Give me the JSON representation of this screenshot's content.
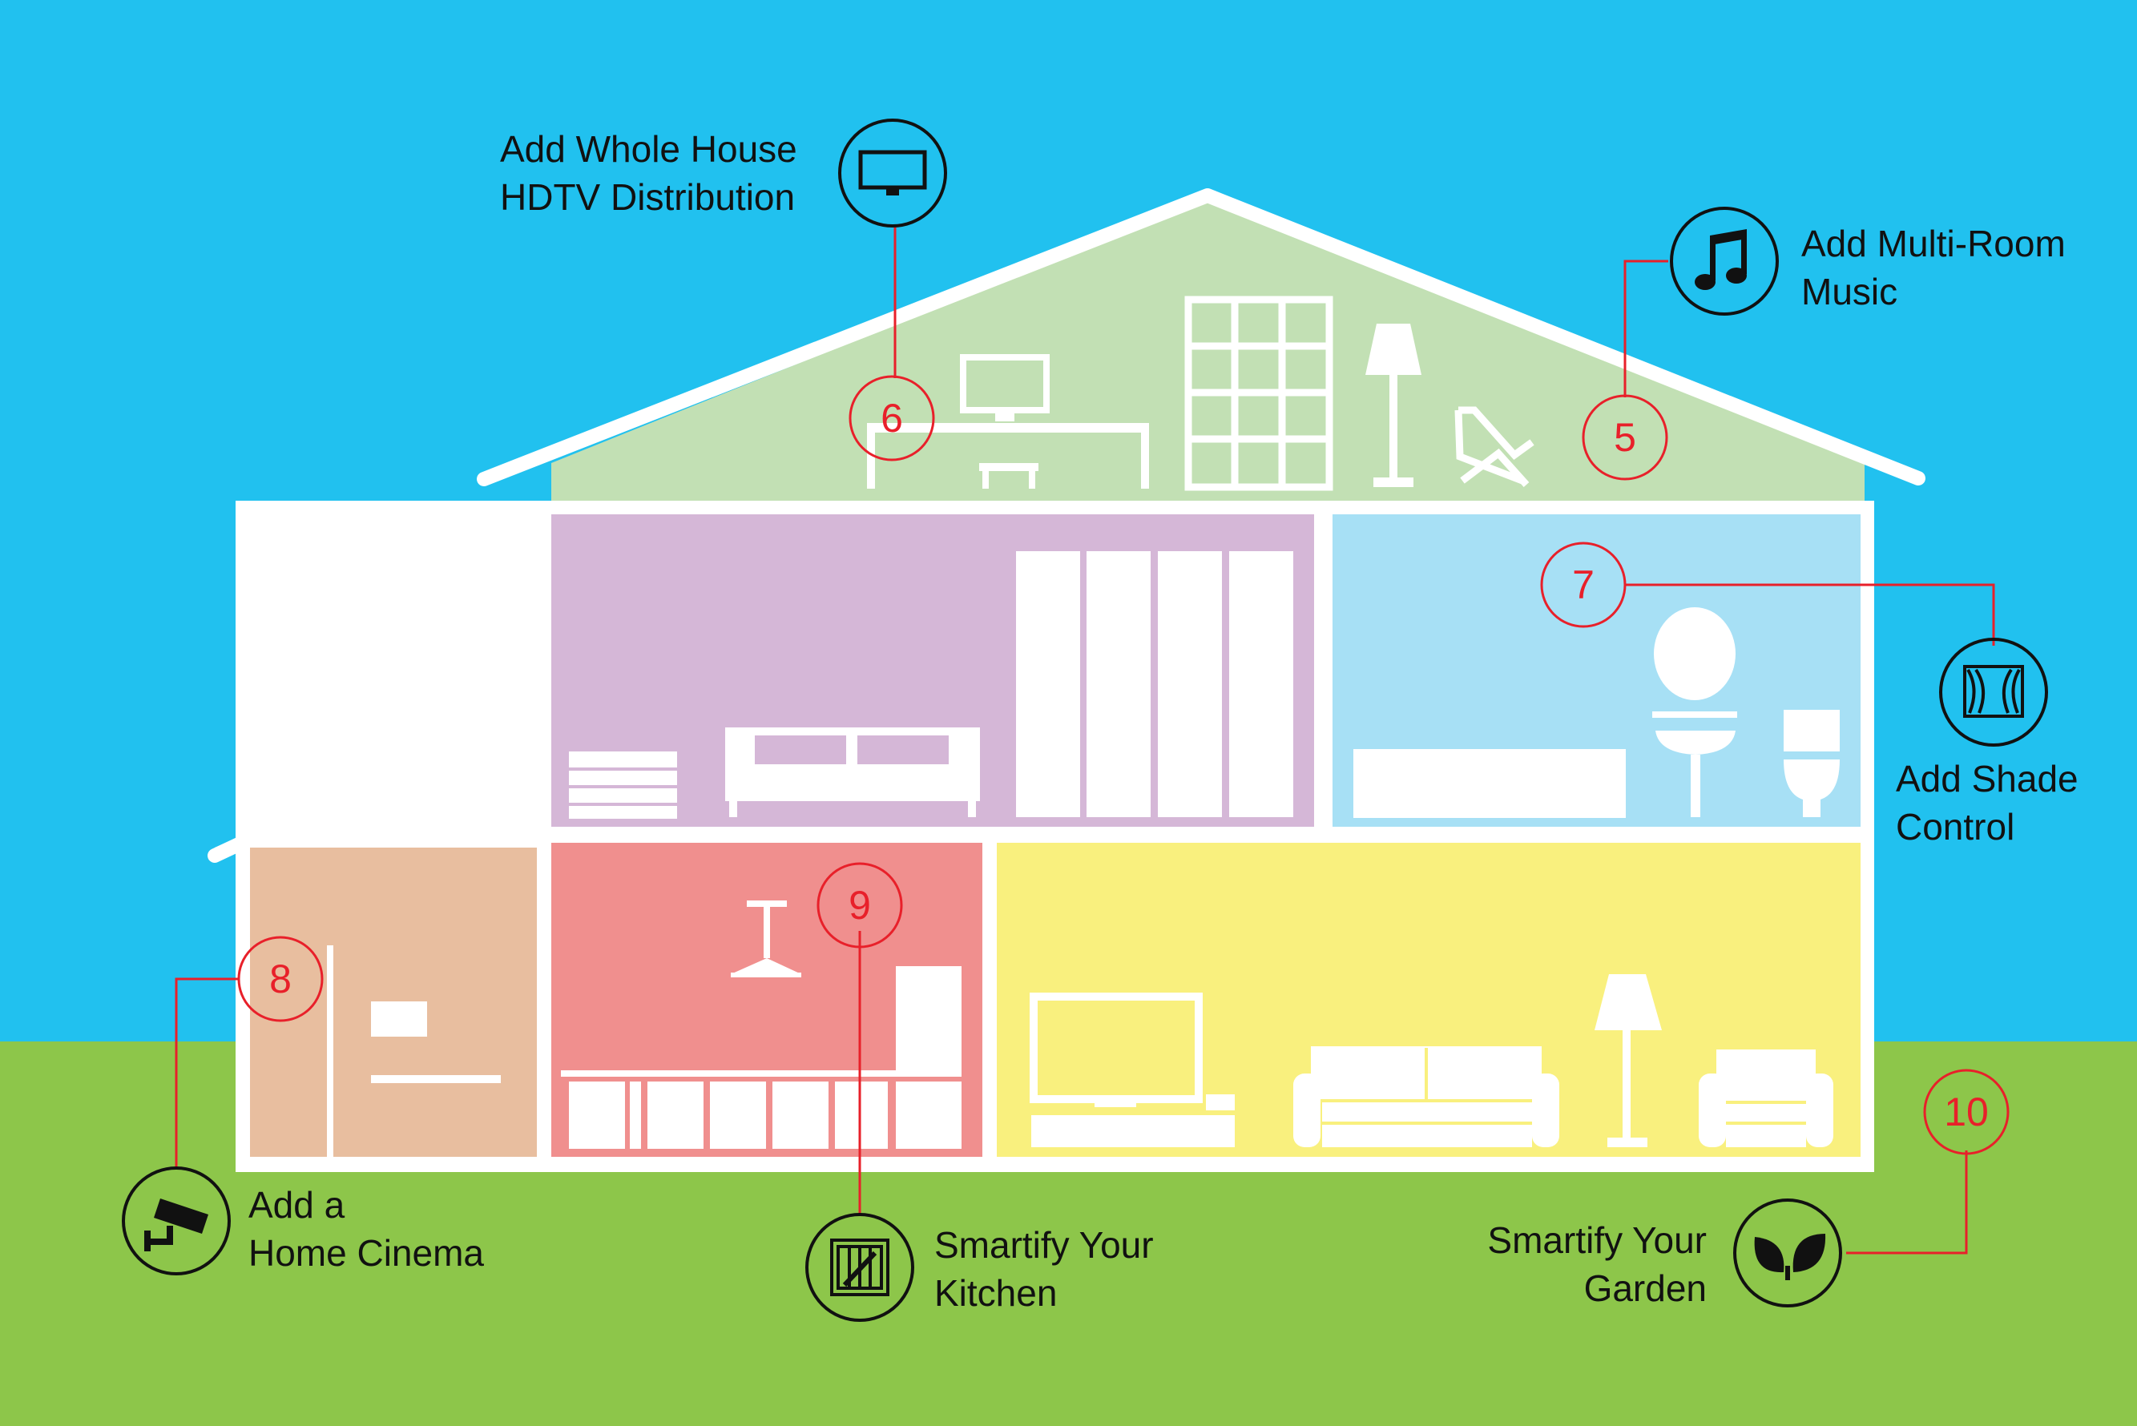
{
  "colors": {
    "sky": "#21c1ef",
    "grass": "#8dc64a",
    "attic": "#c2e0b4",
    "bedroom": "#d5b7d7",
    "bathroom": "#a7e0f5",
    "cinema_room": "#e8be9f",
    "kitchen": "#f08f8e",
    "living_room": "#f9f07e",
    "marker": "#e8202a",
    "walls": "#ffffff",
    "icon": "#111111"
  },
  "features": [
    {
      "number": "5",
      "line1": "Add Multi-Room",
      "line2": "Music",
      "icon": "music-note-icon"
    },
    {
      "number": "6",
      "line1": "Add Whole House",
      "line2": "HDTV Distribution",
      "icon": "tv-icon"
    },
    {
      "number": "7",
      "line1": "Add Shade",
      "line2": "Control",
      "icon": "curtain-icon"
    },
    {
      "number": "8",
      "line1": "Add a",
      "line2": "Home Cinema",
      "icon": "camera-icon"
    },
    {
      "number": "9",
      "line1": "Smartify Your",
      "line2": "Kitchen",
      "icon": "kitchen-panel-icon"
    },
    {
      "number": "10",
      "line1": "Smartify Your",
      "line2": "Garden",
      "icon": "leaf-icon"
    }
  ]
}
